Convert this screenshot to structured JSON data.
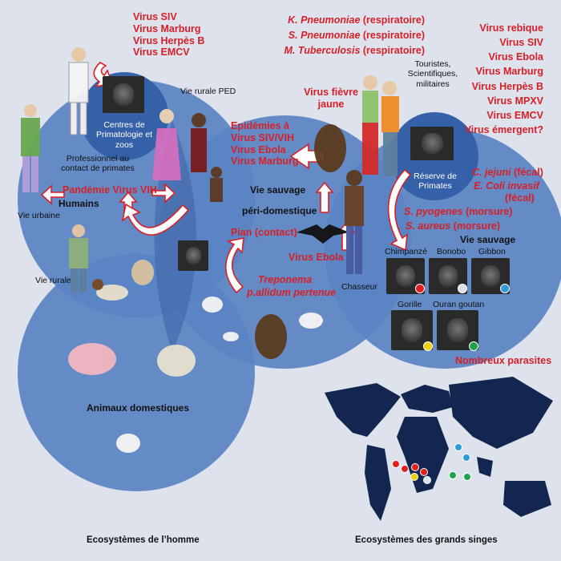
{
  "colors": {
    "ecosystem_fill": "#4a74b6",
    "inner_fill": "#2f5597",
    "red_text": "#d81f26",
    "map_land": "#12264f",
    "dot_chimpanze": "#e02020",
    "dot_bonobo": "#d9e1ee",
    "dot_gibbon": "#2e9bd6",
    "dot_gorille": "#ecd10f",
    "dot_ourang": "#1fa34a"
  },
  "left": {
    "virus_list": [
      "Virus SIV",
      "Virus Marburg",
      "Virus Herpès B",
      "Virus EMCV"
    ],
    "centre_label": "Centres de Primatologie et zoos",
    "vie_rurale_ped": "Vie rurale PED",
    "professionnel": "Professionnel au contact de primates",
    "pandemie": "Pandémie Virus VIH",
    "humains": "Humains",
    "vie_urbaine": "Vie urbaine",
    "vie_rurale": "Vie rurale",
    "animaux_domestiques": "Animaux domestiques"
  },
  "middle": {
    "epidemies": [
      "Epidémies à",
      "Virus SIV/VIH",
      "Virus Ebola",
      "Virus Marburg"
    ],
    "vie_sauvage": "Vie sauvage",
    "peri": "péri-domestique",
    "pian": "Pian (contact)",
    "virus_ebola": "Virus Ebola",
    "treponema_1": "Treponema",
    "treponema_2": "p.allidum pertenue",
    "virus_fievre_jaune": [
      "Virus fièvre",
      "jaune"
    ]
  },
  "top_bacteria": [
    {
      "name": "K. Pneumoniae",
      "note": " (respiratoire)"
    },
    {
      "name": "S. Pneumoniae",
      "note": " (respiratoire)"
    },
    {
      "name": "M. Tuberculosis",
      "note": " (respiratoire)"
    }
  ],
  "touristes": [
    "Touristes,",
    "Scientifiques,",
    "militaires"
  ],
  "right": {
    "virus_list": [
      "Virus rebique",
      "Virus SIV",
      "Virus Ebola",
      "Virus Marburg",
      "Virus Herpès B",
      "Virus MPXV",
      "Virus EMCV",
      "Virus émergent?"
    ],
    "reserve_label": "Réserve de Primates",
    "cjejuni_name": "C. jejuni",
    "cjejuni_note": " (fécal)",
    "ecoli_name": "E. Coli invasif",
    "ecoli_note": "(fécal)",
    "spyogenes_name": "S. pyogenes",
    "spyogenes_note": " (morsure)",
    "saureus_name": "S. aureus",
    "saureus_note": " (morsure)",
    "vie_sauvage": "Vie sauvage",
    "chasseur": "Chasseur",
    "apes": [
      "Chimpanzé",
      "Bonobo",
      "Gibbon",
      "Gorille",
      "Ouran goutan"
    ],
    "nombreux": "Nombreux parasites"
  },
  "footer": {
    "left": "Ecosystèmes de l’homme",
    "right": "Ecosystèmes des grands singes"
  }
}
